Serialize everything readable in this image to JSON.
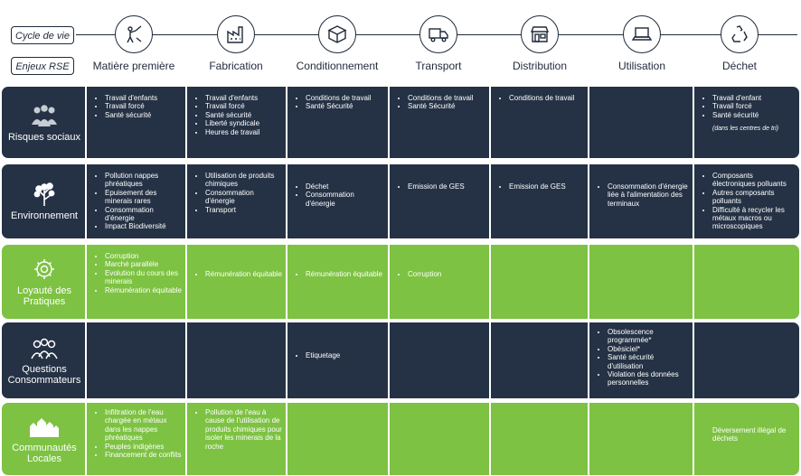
{
  "header": {
    "cycle_label": "Cycle de vie",
    "enjeux_label": "Enjeux RSE",
    "stages": [
      {
        "label": "Matière première",
        "icon": "raw-material-icon"
      },
      {
        "label": "Fabrication",
        "icon": "factory-icon"
      },
      {
        "label": "Conditionnement",
        "icon": "box-icon"
      },
      {
        "label": "Transport",
        "icon": "truck-icon"
      },
      {
        "label": "Distribution",
        "icon": "shop-icon"
      },
      {
        "label": "Utilisation",
        "icon": "laptop-icon"
      },
      {
        "label": "Déchet",
        "icon": "recycle-icon"
      }
    ]
  },
  "rows": [
    {
      "title": "Risques sociaux",
      "theme": "dark",
      "icon": "people-icon",
      "cells": [
        {
          "items": [
            "Travail d'enfants",
            "Travail forcé",
            "Santé sécurité"
          ]
        },
        {
          "items": [
            "Travail d'enfants",
            "Travail forcé",
            "Santé sécurité",
            "Liberté syndicale",
            "Heures de travail"
          ]
        },
        {
          "items": [
            "Conditions de travail",
            "Santé Sécurité"
          ]
        },
        {
          "items": [
            "Conditions de travail",
            "Santé Sécurité"
          ]
        },
        {
          "items": [
            "Conditions de travail"
          ]
        },
        {
          "items": []
        },
        {
          "items": [
            "Travail d'enfant",
            "Travail forcé",
            "Santé sécurité"
          ],
          "note": "(dans les centres de tri)"
        }
      ]
    },
    {
      "title": "Environnement",
      "theme": "dark",
      "icon": "tree-icon",
      "cells": [
        {
          "items": [
            "Pollution nappes phréatiques",
            "Epuisement des minerais rares",
            "Consommation d'énergie",
            "Impact Biodiversité"
          ]
        },
        {
          "items": [
            "Utilisation de produits chimiques",
            "Consommation d'énergie",
            "Transport"
          ]
        },
        {
          "items": [
            "Déchet",
            "Consommation d'énergie"
          ]
        },
        {
          "items": [
            "Emission de GES"
          ]
        },
        {
          "items": [
            "Emission de GES"
          ]
        },
        {
          "items": [
            "Consommation d'énergie liée à l'alimentation des terminaux"
          ]
        },
        {
          "items": [
            "Composants électroniques polluants",
            "Autres composants polluants",
            "Difficulté à recycler les métaux macros ou microscopiques"
          ]
        }
      ]
    },
    {
      "title": "Loyauté des Pratiques",
      "theme": "green",
      "icon": "gear-icon",
      "cells": [
        {
          "items": [
            "Corruption",
            "Marché parallèle",
            "Evolution du cours des minerais",
            "Rémunération équitable"
          ]
        },
        {
          "items": [
            "Rémunération équitable"
          ]
        },
        {
          "items": [
            "Rémunération équitable"
          ]
        },
        {
          "items": [
            "Corruption"
          ]
        },
        {
          "items": []
        },
        {
          "items": []
        },
        {
          "items": []
        }
      ]
    },
    {
      "title": "Questions Consommateurs",
      "theme": "dark",
      "icon": "consumers-icon",
      "cells": [
        {
          "items": []
        },
        {
          "items": []
        },
        {
          "items": [
            "Etiquetage"
          ]
        },
        {
          "items": []
        },
        {
          "items": []
        },
        {
          "items": [
            "Obsolescence programmée*",
            "Obésiciel*",
            "Santé sécurité d'utilisation",
            "Violation des données personnelles"
          ]
        },
        {
          "items": []
        }
      ]
    },
    {
      "title": "Communautés Locales",
      "theme": "green",
      "icon": "houses-icon",
      "cells": [
        {
          "items": [
            "Infiltration de l'eau chargée en métaux dans les nappes phréatiques",
            "Peuples indigènes",
            "Financement de conflits"
          ]
        },
        {
          "items": [
            "Pollution de l'eau à cause de l'utilisation de produits chimiques pour isoler les minerais de la roche"
          ]
        },
        {
          "items": []
        },
        {
          "items": []
        },
        {
          "items": []
        },
        {
          "items": []
        },
        {
          "plain": "Déversement illégal de déchets"
        }
      ]
    }
  ]
}
